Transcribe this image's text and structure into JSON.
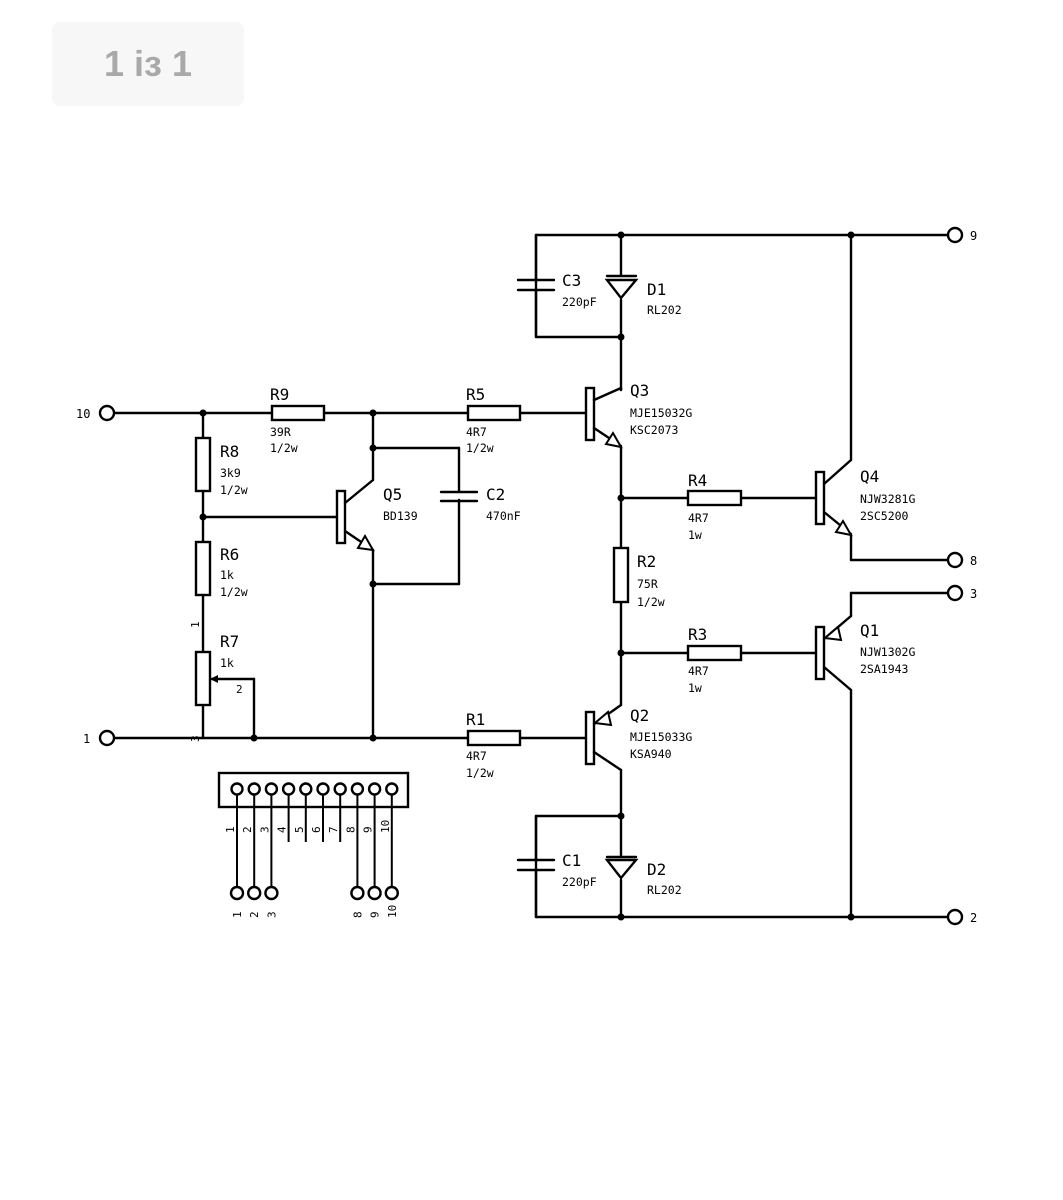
{
  "header": {
    "page_indicator": "1 із 1"
  },
  "terminals": {
    "t10": "10",
    "t1": "1",
    "t9": "9",
    "t8": "8",
    "t3": "3",
    "t2": "2"
  },
  "components": {
    "R9": {
      "ref": "R9",
      "value": "39R",
      "power": "1/2w"
    },
    "R5": {
      "ref": "R5",
      "value": "4R7",
      "power": "1/2w"
    },
    "R8": {
      "ref": "R8",
      "value": "3k9",
      "power": "1/2w"
    },
    "R6": {
      "ref": "R6",
      "value": "1k",
      "power": "1/2w"
    },
    "R7": {
      "ref": "R7",
      "value": "1k",
      "pin1": "1",
      "pin2": "2",
      "pin3": "3"
    },
    "R1": {
      "ref": "R1",
      "value": "4R7",
      "power": "1/2w"
    },
    "R4": {
      "ref": "R4",
      "value": "4R7",
      "power": "1w"
    },
    "R2": {
      "ref": "R2",
      "value": "75R",
      "power": "1/2w"
    },
    "R3": {
      "ref": "R3",
      "value": "4R7",
      "power": "1w"
    },
    "C3": {
      "ref": "C3",
      "value": "220pF"
    },
    "C2": {
      "ref": "C2",
      "value": "470nF"
    },
    "C1": {
      "ref": "C1",
      "value": "220pF"
    },
    "D1": {
      "ref": "D1",
      "value": "RL202"
    },
    "D2": {
      "ref": "D2",
      "value": "RL202"
    },
    "Q3": {
      "ref": "Q3",
      "part": "MJE15032G",
      "alt": "KSC2073"
    },
    "Q5": {
      "ref": "Q5",
      "part": "BD139"
    },
    "Q4": {
      "ref": "Q4",
      "part": "NJW3281G",
      "alt": "2SC5200"
    },
    "Q1": {
      "ref": "Q1",
      "part": "NJW1302G",
      "alt": "2SA1943"
    },
    "Q2": {
      "ref": "Q2",
      "part": "MJE15033G",
      "alt": "KSA940"
    }
  },
  "connector": {
    "pins": [
      "1",
      "2",
      "3",
      "4",
      "5",
      "6",
      "7",
      "8",
      "9",
      "10"
    ],
    "bottom_left": [
      "1",
      "2",
      "3"
    ],
    "bottom_right": [
      "8",
      "9",
      "10"
    ]
  }
}
